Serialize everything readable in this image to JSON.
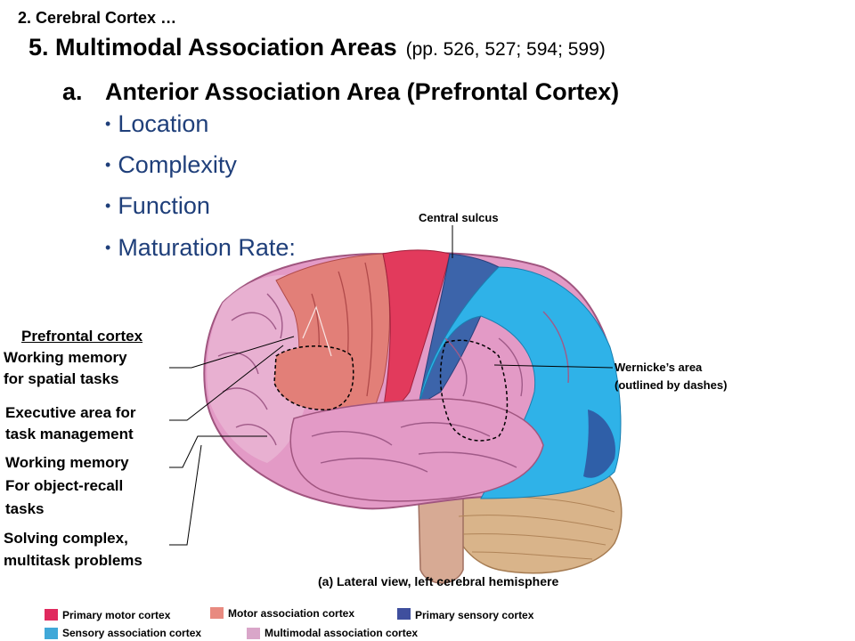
{
  "header": {
    "breadcrumb": "2.  Cerebral Cortex …",
    "title": "5. Multimodal Association Areas",
    "pages": "(pp. 526, 527; 594; 599)"
  },
  "subheading": {
    "number": "a.",
    "text": "Anterior Association Area (Prefrontal Cortex)"
  },
  "bullets": [
    "Location",
    "Complexity",
    "Function",
    "Maturation Rate:"
  ],
  "labels": {
    "prefrontal": "Prefrontal  cortex",
    "spatial_1": "Working memory",
    "spatial_2": "for spatial tasks",
    "exec_1": "Executive area for",
    "exec_2": "task management",
    "object_1": "Working memory",
    "object_2": "For object-recall",
    "object_3": "tasks",
    "solving_1": "Solving complex,",
    "solving_2": "multitask problems",
    "central_sulcus": "Central sulcus",
    "wernicke_1": "Wernicke’s area",
    "wernicke_2": "(outlined by dashes)",
    "caption": "(a) Lateral view, left cerebral hemisphere"
  },
  "legend": [
    {
      "label": "Primary motor cortex",
      "color": "#e02a5e"
    },
    {
      "label": "Motor association cortex",
      "color": "#e88a80"
    },
    {
      "label": "Primary sensory cortex",
      "color": "#3f4f9e"
    },
    {
      "label": "Sensory association cortex",
      "color": "#40a8d8"
    },
    {
      "label": "Multimodal association cortex",
      "color": "#d9a6c9"
    }
  ],
  "colors": {
    "primary_motor": "#e23a5c",
    "motor_assoc": "#e27f78",
    "primary_sensory": "#3c64aa",
    "sensory_assoc": "#2fb2e8",
    "multimodal": "#e39ac6",
    "cerebellum": "#d9b48a"
  }
}
